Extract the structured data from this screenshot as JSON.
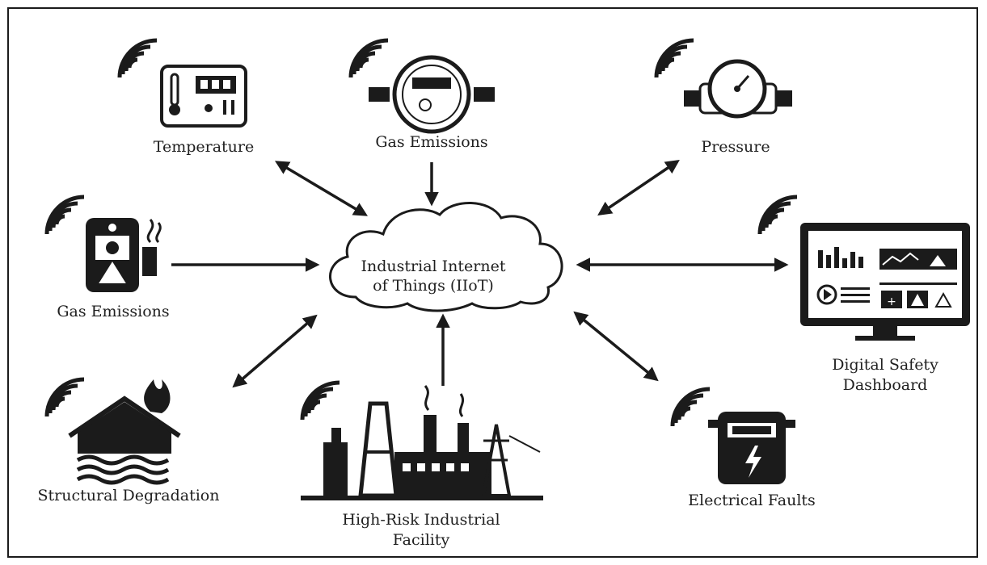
{
  "hub": {
    "line1": "Industrial Internet",
    "line2": "of Things (IIoT)"
  },
  "nodes": {
    "temperature": "Temperature",
    "gas_top": "Gas Emissions",
    "pressure": "Pressure",
    "gas_left": "Gas Emissions",
    "dashboard_line1": "Digital Safety",
    "dashboard_line2": "Dashboard",
    "structural": "Structural Degradation",
    "facility_line1": "High-Risk Industrial",
    "facility_line2": "Facility",
    "electrical": "Electrical Faults"
  },
  "colors": {
    "ink": "#1b1b1b",
    "paper": "#ffffff"
  },
  "icons": [
    "wifi-icon",
    "thermometer-panel-icon",
    "gas-meter-icon",
    "pressure-gauge-icon",
    "gas-detector-icon",
    "dashboard-monitor-icon",
    "burning-house-icon",
    "factory-icon",
    "electric-meter-icon",
    "cloud-icon"
  ]
}
